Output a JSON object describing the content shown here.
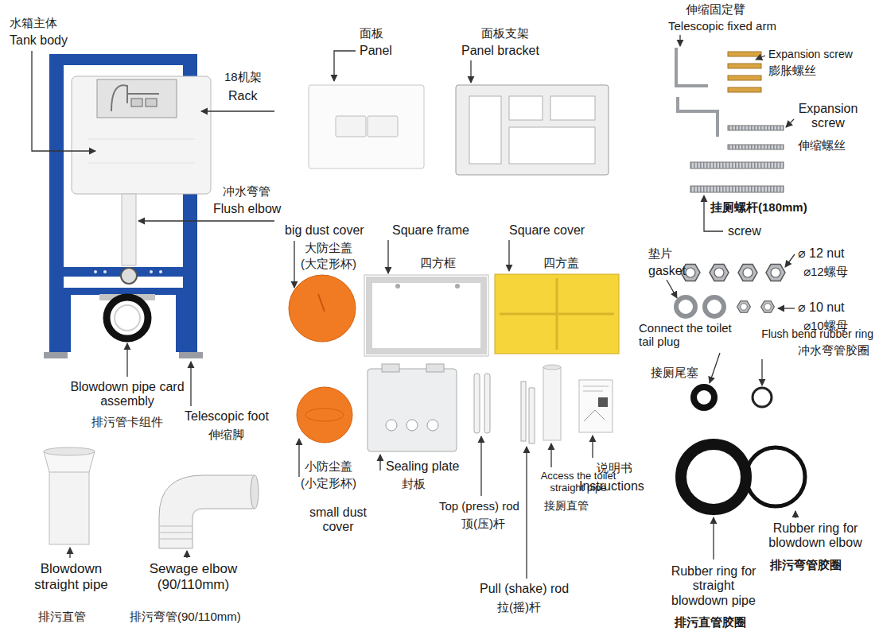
{
  "diagram": {
    "labels": [
      "水箱主体",
      "Tank body",
      "18机架",
      "Rack",
      "冲水弯管",
      "Flush elbow",
      "Blowdown pipe card assembly",
      "排污管卡组件",
      "Telescopic foot",
      "伸缩脚",
      "面板",
      "Panel",
      "面板支架",
      "Panel bracket",
      "伸缩固定臂",
      "Telescopic fixed arm",
      "Expansion screw",
      "膨胀螺丝",
      "Expansion screw",
      "伸缩螺丝",
      "挂厕螺杆(180mm)",
      "screw",
      "big dust cover",
      "大防尘盖",
      "(大定形杯)",
      "Square frame",
      "四方框",
      "Square cover",
      "四方盖",
      "垫片",
      "gasket",
      "⌀ 12 nut",
      "⌀12螺母",
      "⌀ 10 nut",
      "⌀10螺母",
      "Connect the toilet tail plug",
      "接厕尾塞",
      "Flush bend rubber ring",
      "冲水弯管胶圈",
      "小防尘盖",
      "(小定形杯)",
      "small dust cover",
      "Sealing plate",
      "封板",
      "Top (press) rod",
      "顶(压)杆",
      "Access the toilet straight pipe",
      "接厕直管",
      "说明书",
      "Instructions",
      "Pull (shake) rod",
      "拉(摇)杆",
      "Rubber ring for straight blowdown pipe",
      "排污直管胶圈",
      "Rubber ring for blowdown elbow",
      "排污弯管胶圈",
      "Blowdown straight pipe",
      "排污直管",
      "Sewage elbow (90/110mm)",
      "排污弯管(90/110mm)"
    ]
  }
}
